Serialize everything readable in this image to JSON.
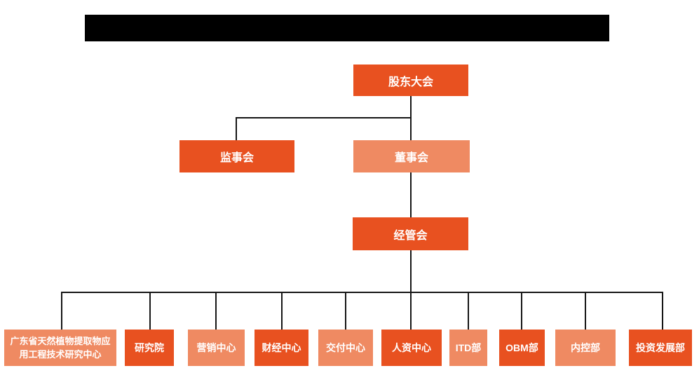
{
  "title_bar": {
    "text": ""
  },
  "colors": {
    "primary_orange": "#E85120",
    "secondary_salmon": "#EF8A62",
    "connector_line": "#161616",
    "node_text": "#FFFFFF",
    "title_bar_fill": "#000000",
    "background": "#FFFFFF"
  },
  "org": {
    "level1": {
      "label": "股东大会",
      "variant": "dark"
    },
    "level2": [
      {
        "label": "监事会",
        "variant": "dark"
      },
      {
        "label": "董事会",
        "variant": "light"
      }
    ],
    "level3": {
      "label": "经管会",
      "variant": "dark"
    },
    "departments": [
      {
        "label": "广东省天然植物提取物应用工程技术研究中心",
        "variant": "light"
      },
      {
        "label": "研究院",
        "variant": "dark"
      },
      {
        "label": "营销中心",
        "variant": "light"
      },
      {
        "label": "财经中心",
        "variant": "dark"
      },
      {
        "label": "交付中心",
        "variant": "light"
      },
      {
        "label": "人资中心",
        "variant": "dark"
      },
      {
        "label": "ITD部",
        "variant": "light"
      },
      {
        "label": "OBM部",
        "variant": "dark"
      },
      {
        "label": "内控部",
        "variant": "light"
      },
      {
        "label": "投资发展部",
        "variant": "dark"
      }
    ]
  }
}
